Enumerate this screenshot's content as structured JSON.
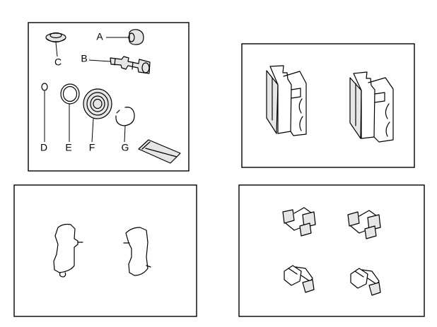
{
  "labels": {
    "a": "A",
    "b": "B",
    "c": "C",
    "d": "D",
    "e": "E",
    "f": "F",
    "g": "G"
  },
  "colors": {
    "line": "#000000",
    "background": "#ffffff",
    "shade": "#e6e6e6"
  }
}
